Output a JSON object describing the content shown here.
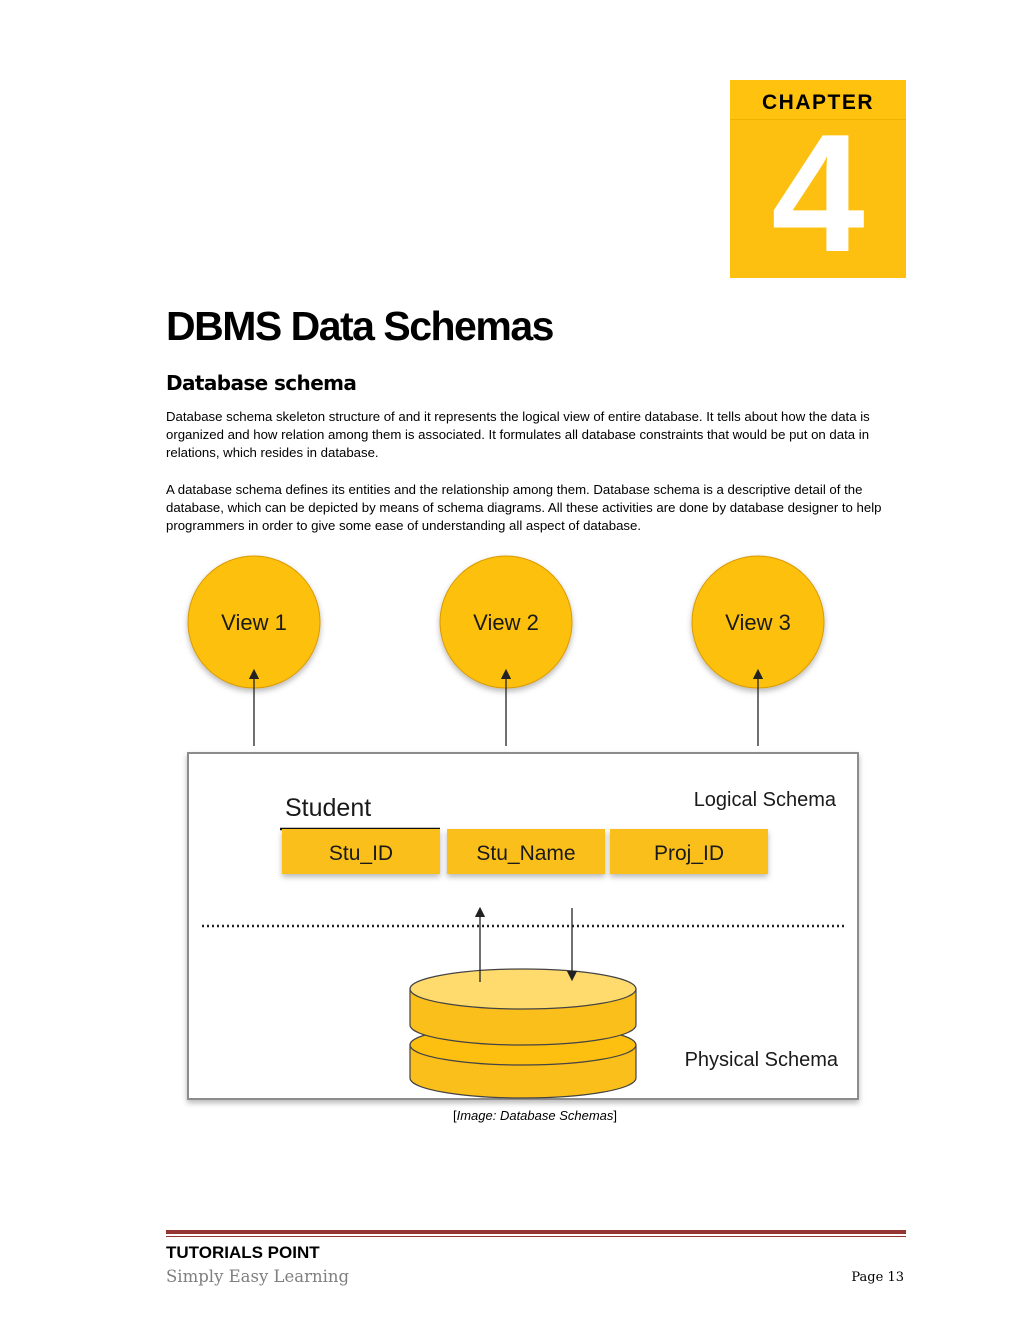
{
  "chapter": {
    "label": "CHAPTER",
    "number": "4",
    "color": "#FDC010"
  },
  "title": "DBMS Data Schemas",
  "section": {
    "heading": "Database schema",
    "paragraphs": [
      "Database schema skeleton structure of and it represents the logical view of entire database. It tells about how the data is organized and how relation among them is associated. It formulates all database constraints that would be put on data in relations, which resides in database.",
      "A database schema defines its entities and the relationship among them. Database schema is a descriptive detail of the database, which can be depicted by means of schema diagrams. All these activities are done by database designer to help programmers in order to give some ease of understanding all aspect of database."
    ]
  },
  "diagram": {
    "views": [
      "View 1",
      "View 2",
      "View 3"
    ],
    "logical_schema_label": "Logical Schema",
    "physical_schema_label": "Physical Schema",
    "table_name": "Student",
    "fields": [
      "Stu_ID",
      "Stu_Name",
      "Proj_ID"
    ],
    "accent_color": "#FDC010",
    "field_color": "#FBBF1C"
  },
  "caption": {
    "open": "[",
    "italic": "Image: Database Schemas",
    "close": "]"
  },
  "footer": {
    "brand": "TUTORIALS POINT",
    "tagline": "Simply Easy Learning",
    "page": "Page 13",
    "rule_color": "#943634"
  }
}
